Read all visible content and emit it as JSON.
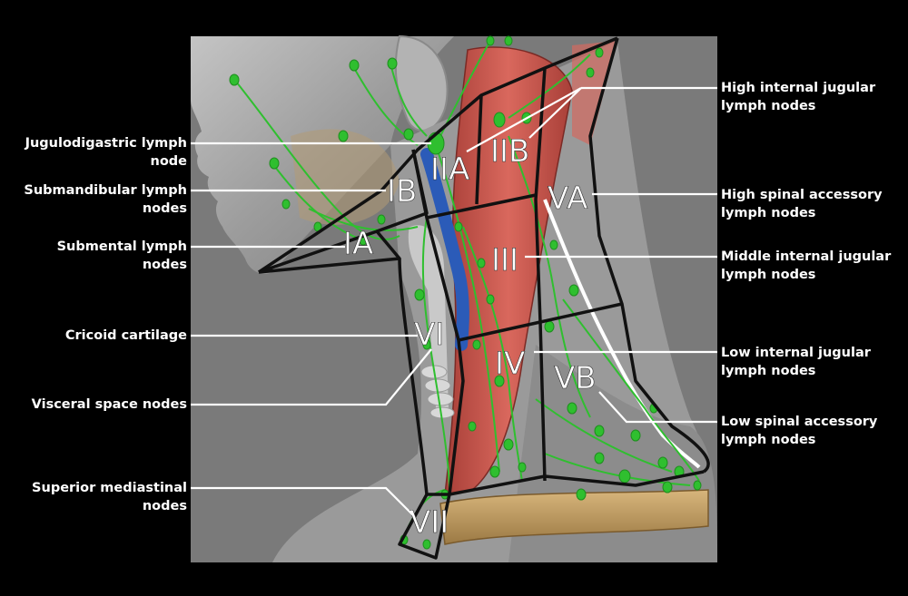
{
  "levels": {
    "ia": "IA",
    "ib": "IB",
    "iia": "IIA",
    "iib": "IIB",
    "iii": "III",
    "iv": "IV",
    "va": "VA",
    "vb": "VB",
    "vi": "VI",
    "vii": "VII"
  },
  "labels_left": {
    "jugulodigastric": "Jugulodigastric lymph\nnode",
    "submandibular": "Submandibular lymph\nnodes",
    "submental": "Submental lymph nodes",
    "cricoid": "Cricoid cartilage",
    "visceral": "Visceral space nodes",
    "superior_mediastinal": "Superior mediastinal\nnodes"
  },
  "labels_right": {
    "high_internal_jugular": "High internal jugular\nlymph nodes",
    "high_spinal_accessory": "High spinal accessory\nlymph nodes",
    "middle_internal_jugular": "Middle internal jugular\nlymph nodes",
    "low_internal_jugular": "Low internal jugular\nlymph nodes",
    "low_spinal_accessory": "Low spinal accessory\nlymph nodes"
  },
  "colors": {
    "background": "#000000",
    "skin": "#a9a9a9",
    "muscle": "#c9574e",
    "vein": "#2b5bb8",
    "lymph": "#2fbf2f",
    "clavicle": "#c9a46a",
    "boundary": "#111111",
    "label": "#ffffff"
  }
}
